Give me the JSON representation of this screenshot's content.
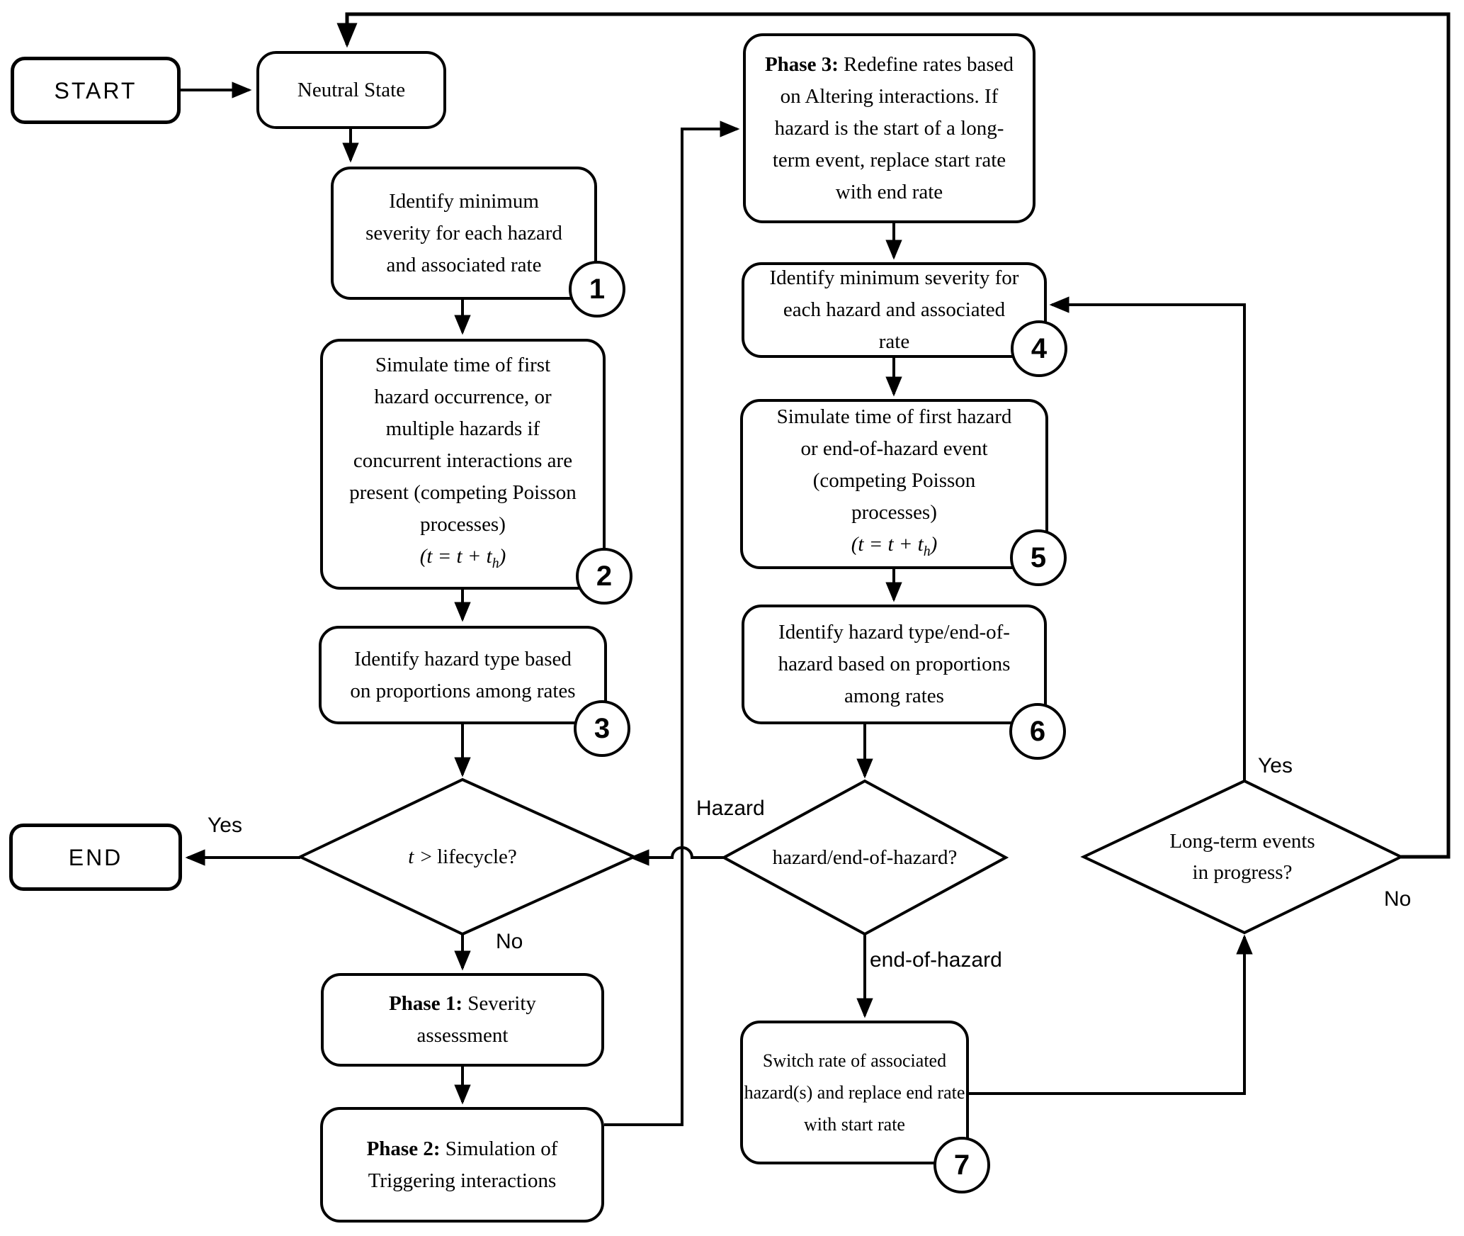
{
  "colors": {
    "line": "#000000",
    "background": "#ffffff",
    "node_fill": "#ffffff"
  },
  "nodes": {
    "start": {
      "label": "START"
    },
    "neutral": {
      "label": "Neutral State"
    },
    "step1": {
      "lines": [
        "Identify minimum",
        "severity for each hazard",
        "and associated rate"
      ],
      "badge": "1"
    },
    "step2": {
      "lines": [
        "Simulate time of first",
        "hazard occurrence, or",
        "multiple hazards if",
        "concurrent interactions are",
        "present (competing Poisson",
        "processes)"
      ],
      "formula": {
        "pre": "(t = t + t",
        "sub": "h",
        "post": ")"
      },
      "badge": "2"
    },
    "step3": {
      "lines": [
        "Identify hazard type based",
        "on proportions among rates"
      ],
      "badge": "3"
    },
    "end": {
      "label": "END"
    },
    "phase1": {
      "prefix": "Phase 1:",
      "rest": " Severity\nassessment"
    },
    "phase2": {
      "prefix": "Phase 2:",
      "rest": " Simulation of\nTriggering interactions"
    },
    "phase3": {
      "prefix": "Phase 3:",
      "rest": " Redefine rates based\non Altering interactions. If\nhazard is the start of a long-\nterm event, replace start rate\nwith end rate"
    },
    "step4": {
      "lines": [
        "Identify minimum severity for",
        "each hazard and associated",
        "rate"
      ],
      "badge": "4"
    },
    "step5": {
      "lines": [
        "Simulate time of first hazard",
        "or end-of-hazard event",
        "(competing Poisson",
        "processes)"
      ],
      "formula": {
        "pre": "(t = t + t",
        "sub": "h",
        "post": ")"
      },
      "badge": "5"
    },
    "step6": {
      "lines": [
        "Identify hazard type/end-of-",
        "hazard based on proportions",
        "among rates"
      ],
      "badge": "6"
    },
    "step7": {
      "lines": [
        "Switch rate of associated",
        "hazard(s) and replace end rate",
        "with start rate"
      ],
      "badge": "7"
    }
  },
  "decisions": {
    "lifecycle": {
      "variable": "t",
      "condition": " > lifecycle?",
      "yes": "Yes",
      "no": "No"
    },
    "hazard": {
      "question": "hazard/end-of-hazard?",
      "branch_hazard": "Hazard",
      "branch_end": "end-of-hazard"
    },
    "longterm": {
      "lines": [
        "Long-term events",
        "in progress?"
      ],
      "yes": "Yes",
      "no": "No"
    }
  }
}
